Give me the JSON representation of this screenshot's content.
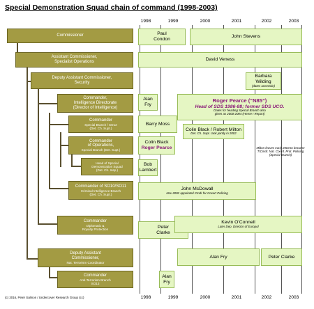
{
  "title": "Special Demonstration Squad chain of command (1998-2003)",
  "years": [
    "1998",
    "1999",
    "2000",
    "2001",
    "2002",
    "2003"
  ],
  "roles": {
    "commissioner": "Commissioner",
    "ac_so": {
      "line1": "Assistant Commissioner,",
      "line2": "Specialist Operations"
    },
    "dac_security": {
      "line1": "Deputy Assistant Commissioner,",
      "line2": "Security"
    },
    "cmdr_intel": {
      "line1": "Commander,",
      "line2": "Intelligence Directorate",
      "line3": "(Director of Intelligence)"
    },
    "cmdr_sb": {
      "line1": "Commander",
      "line2": "Special Branch / SO12",
      "line3": "(Det. Ch. Supt.)"
    },
    "cmdr_ops": {
      "line1": "Commander",
      "line2": "of Operations,",
      "line3": "Special Branch (Det. Supt.)"
    },
    "head_sds": {
      "line1": "Head of Special",
      "line2": "Demonstration Squad",
      "line3": "(Det. Ch. Insp.)"
    },
    "cmdr_so10": {
      "line1": "Commander of SO10/SO11",
      "line2": "Criminal Intelligence Branch",
      "line3": "(Det. Ch. Supt.)"
    },
    "cmdr_diplo": {
      "line1": "Commander",
      "line2": "Diplomatic &",
      "line3": "Royalty Protection"
    },
    "dac_ntc": {
      "line1": "Deputy Assistant",
      "line2": "Commissioner,",
      "line3": "Nat. Terrorism Coordinator"
    },
    "cmdr_at": {
      "line1": "Commander",
      "line2": "Anti-Terrorism Branch",
      "line3": "SO13"
    }
  },
  "holders": {
    "paul_condon": {
      "line1": "Paul",
      "line2": "Condon"
    },
    "john_stevens": "John Stevens",
    "david_veness": "David Veness",
    "barbara_wilding": {
      "name": "Barbara Wilding",
      "note": "(dates uncertain)"
    },
    "alan_fry_intel": {
      "line1": "Alan",
      "line2": "Fry"
    },
    "roger_pearce": {
      "name": "Roger Pearce (“N85”)",
      "role": "Head of SDS 1986-88; former SDS UCO.",
      "note1": "Dates for heading Special Branch also",
      "note2": "given as 2000-2004 (Herne I Report)"
    },
    "barry_moss": "Barry Moss",
    "colin_black_milton": {
      "name": "Colin Black / Robert Milton",
      "note": "Det. Ch. Supt. rank jointly in 2002"
    },
    "colin_black_ops": {
      "line1": "Colin Black",
      "line2": "Roger Pearce"
    },
    "bob_lambert": {
      "line1": "Bob",
      "line2": "Lambert"
    },
    "john_mcdowall": {
      "name": "John McDowall",
      "note": "Nov 2002 appointed Cmdr for Covert Policing"
    },
    "peter_clarke_diplo": {
      "line1": "Peter",
      "line2": "Clarke"
    },
    "kevin_oconnell": {
      "name": "Kevin O'Connell",
      "note": "Later Dep. Director of Europol"
    },
    "alan_fry_ntc": "Alan Fry",
    "peter_clarke_ntc": "Peter Clarke",
    "alan_fry_at": {
      "line1": "Alan",
      "line2": "Fry"
    }
  },
  "milton_note": {
    "line1": "Milton leaves early 2003 to become",
    "line2": "T/Cmdr. Nat. Coord. Prot. Policing",
    "line3": "(Special Branch)"
  },
  "credit": "(c) 2016, Peter Salmon / Undercover Research Group (cc)",
  "colors": {
    "role_fill": "#a39b43",
    "holder_fill": "#e5f6c3",
    "holder_border": "#98bc58",
    "highlight": "#8a1878"
  }
}
